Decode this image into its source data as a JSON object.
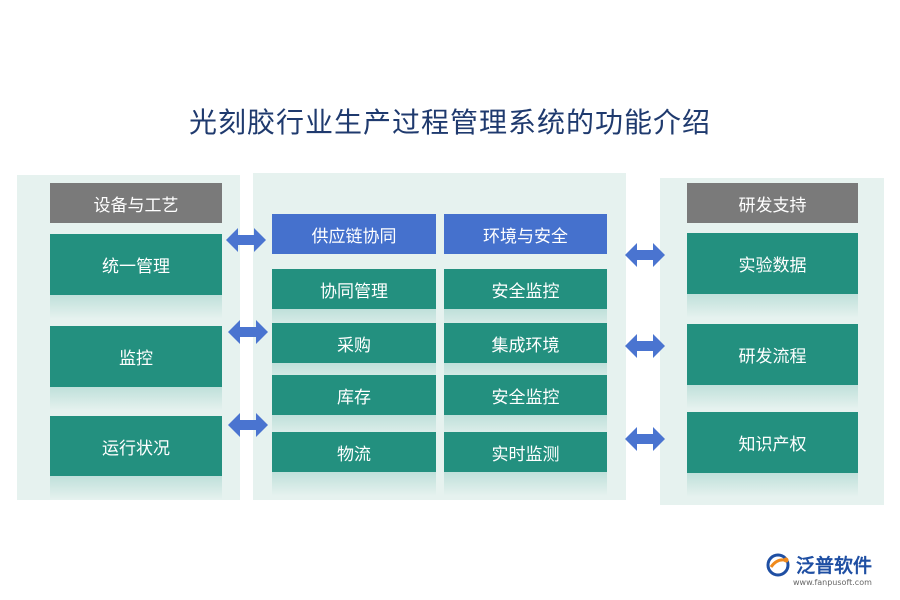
{
  "title": "光刻胶行业生产过程管理系统的功能介绍",
  "left": {
    "header": "设备与工艺",
    "items": [
      "统一管理",
      "监控",
      "运行状况"
    ]
  },
  "middle": {
    "col1": {
      "header": "供应链协同",
      "items": [
        "协同管理",
        "采购",
        "库存",
        "物流"
      ]
    },
    "col2": {
      "header": "环境与安全",
      "items": [
        "安全监控",
        "集成环境",
        "安全监控",
        "实时监测"
      ]
    }
  },
  "right": {
    "header": "研发支持",
    "items": [
      "实验数据",
      "研发流程",
      "知识产权"
    ]
  },
  "logo": {
    "name": "泛普软件",
    "url": "www.fanpusoft.com"
  },
  "colors": {
    "title": "#1f3a6e",
    "teal": "#23907f",
    "gray_header": "#7a7a7a",
    "blue_header": "#4571cd",
    "arrow": "#4a74d0"
  }
}
